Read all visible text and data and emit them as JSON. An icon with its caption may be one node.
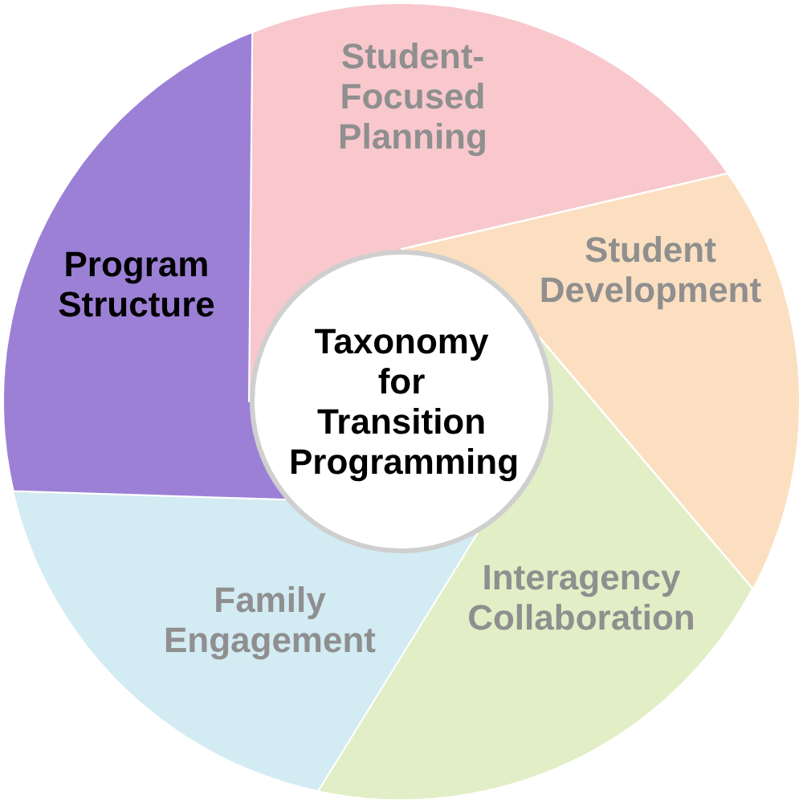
{
  "diagram": {
    "nodes": [
      {
        "text": [
          "Taxonomy for Transition Programming"
        ]
      },
      {
        "text": [
          "Student-Focused Planning"
        ]
      },
      {
        "text": [
          "Student Development"
        ]
      },
      {
        "text": [
          "Interagency Collaboration"
        ]
      },
      {
        "text": [
          "Family Engagement"
        ]
      },
      {
        "text": [
          "Program Structure"
        ]
      }
    ]
  }
}
